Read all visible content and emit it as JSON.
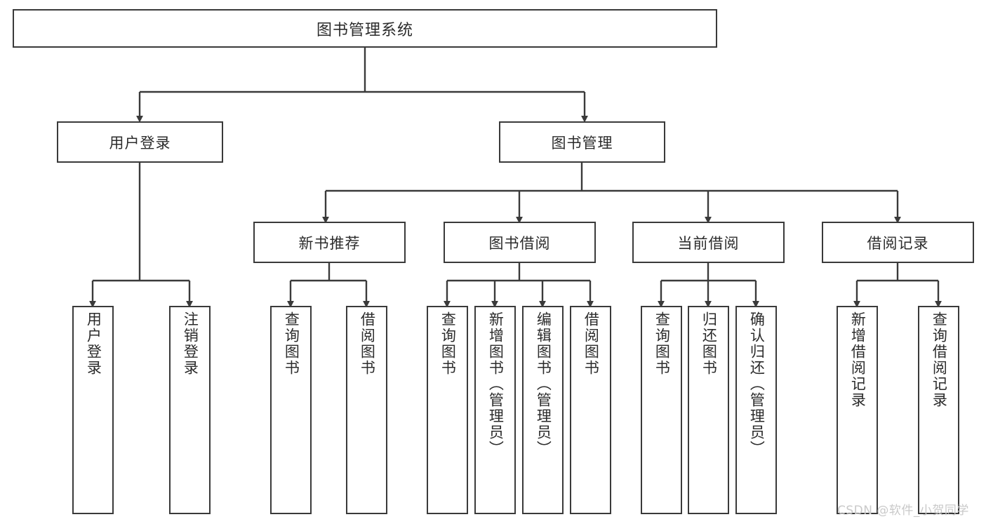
{
  "diagram": {
    "title": "图书管理系统",
    "type": "functional-structure-tree",
    "stroke_color": "#3a3a3a",
    "text_color": "#2b2b2b",
    "background": "#ffffff",
    "root": {
      "label": "图书管理系统"
    },
    "level2": [
      {
        "label": "用户登录"
      },
      {
        "label": "图书管理"
      }
    ],
    "level3": [
      {
        "label": "新书推荐"
      },
      {
        "label": "图书借阅"
      },
      {
        "label": "当前借阅"
      },
      {
        "label": "借阅记录"
      }
    ],
    "leaves": {
      "user_login": [
        {
          "label": "用户登录"
        },
        {
          "label": "注销登录"
        }
      ],
      "new_book_recommend": [
        {
          "label": "查询图书"
        },
        {
          "label": "借阅图书"
        }
      ],
      "book_borrow": [
        {
          "label": "查询图书"
        },
        {
          "label": "新增图书（管理员）"
        },
        {
          "label": "编辑图书（管理员）"
        },
        {
          "label": "借阅图书"
        }
      ],
      "current_borrow": [
        {
          "label": "查询图书"
        },
        {
          "label": "归还图书"
        },
        {
          "label": "确认归还（管理员）"
        }
      ],
      "borrow_records": [
        {
          "label": "新增借阅记录"
        },
        {
          "label": "查询借阅记录"
        }
      ]
    }
  },
  "watermark": {
    "text": "CSDN @软件_小贺同学",
    "color": "#c9c9c9"
  }
}
